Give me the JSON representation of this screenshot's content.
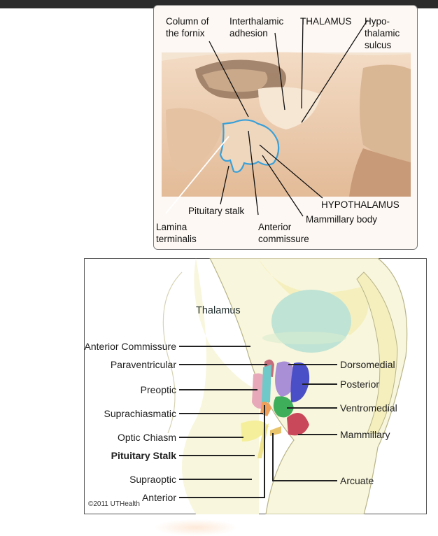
{
  "top_figure": {
    "labels": {
      "fornix_1": "Column of",
      "fornix_2": "the fornix",
      "adhesion_1": "Interthalamic",
      "adhesion_2": "adhesion",
      "thalamus": "THALAMUS",
      "sulcus_1": "Hypo-",
      "sulcus_2": "thalamic",
      "sulcus_3": "sulcus",
      "hypothalamus": "HYPOTHALAMUS",
      "pituitary_stalk": "Pituitary stalk",
      "mammillary_body": "Mammillary body",
      "lamina_1": "Lamina",
      "lamina_2": "terminalis",
      "anterior_1": "Anterior",
      "anterior_2": "commissure"
    }
  },
  "bottom_figure": {
    "thalamus": "Thalamus",
    "left_labels": [
      "Anterior Commissure",
      "Paraventricular",
      "Preoptic",
      "Suprachiasmatic",
      "Optic Chiasm",
      "Pituitary Stalk",
      "Supraoptic",
      "Anterior"
    ],
    "right_labels": [
      "Dorsomedial",
      "Posterior",
      "Ventromedial",
      "Mammillary",
      "Arcuate"
    ],
    "copyright": "©2011 UTHealth"
  },
  "colors": {
    "outline_blue": "#3aa0d8",
    "thalamus_green": "#bfe3d4",
    "dorsomedial": "#a98fd6",
    "posterior": "#4a4fc8",
    "ventromedial": "#3fae5a",
    "mammillary": "#c9485a",
    "preoptic": "#e7a9b9",
    "paraventricular": "#c46e7c"
  }
}
